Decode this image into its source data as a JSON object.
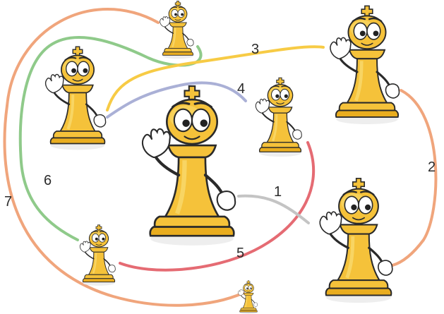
{
  "puzzle": {
    "kind": "connect-the-kings",
    "piece_icon": "cartoon-chess-king-icon",
    "piece_color": "#f5c23a",
    "piece_outline": "#2a2a2a",
    "pieces": [
      {
        "id": "k1",
        "size": "small"
      },
      {
        "id": "k2",
        "size": "large"
      },
      {
        "id": "k3",
        "size": "medium"
      },
      {
        "id": "k4",
        "size": "medium-small"
      },
      {
        "id": "k5",
        "size": "extra-large"
      },
      {
        "id": "k6",
        "size": "large"
      },
      {
        "id": "k7",
        "size": "small"
      },
      {
        "id": "k8",
        "size": "tiny"
      }
    ],
    "connections": [
      {
        "label": "1",
        "color": "#c4c4c4",
        "from": "k5",
        "to": "k6"
      },
      {
        "label": "2",
        "color": "#f0a57c",
        "from": "k2",
        "to": "k6"
      },
      {
        "label": "3",
        "color": "#f7cb45",
        "from": "k3",
        "to": "k2"
      },
      {
        "label": "4",
        "color": "#aab0d6",
        "from": "k3",
        "to": "k4"
      },
      {
        "label": "5",
        "color": "#e56b73",
        "from": "k4",
        "to": "k7"
      },
      {
        "label": "6",
        "color": "#8fca8a",
        "from": "k1",
        "to": "k7"
      },
      {
        "label": "7",
        "color": "#f0a57c",
        "from": "k1",
        "to": "k8"
      }
    ]
  }
}
